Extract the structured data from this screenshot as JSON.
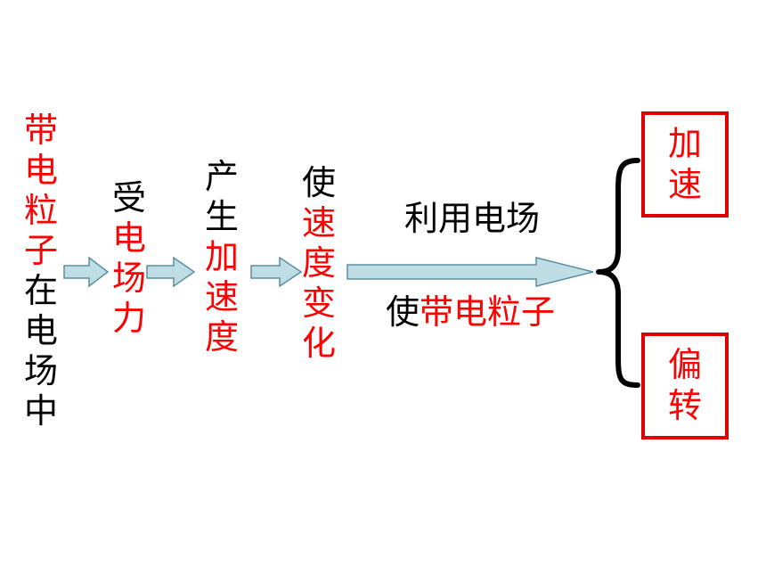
{
  "step1": {
    "red": [
      "带",
      "电",
      "粒",
      "子"
    ],
    "black": [
      "在",
      "电",
      "场",
      "中"
    ]
  },
  "step2": {
    "black": [
      "受"
    ],
    "red": [
      "电",
      "场",
      "力"
    ]
  },
  "step3": {
    "black": [
      "产",
      "生"
    ],
    "red": [
      "加",
      "速",
      "度"
    ]
  },
  "step4": {
    "black": [
      "使"
    ],
    "red": [
      "速",
      "度",
      "变",
      "化"
    ]
  },
  "long_arrow": {
    "top_label": "利用电场",
    "bottom_prefix": "使",
    "bottom_red": "带电粒子"
  },
  "outcomes": [
    {
      "chars": [
        "加",
        "速"
      ]
    },
    {
      "chars": [
        "偏",
        "转"
      ]
    }
  ],
  "colors": {
    "red": "#ff0000",
    "arrow_fill": "#bfdde4",
    "arrow_stroke": "#5b8fa0",
    "box_border": "#e00000"
  }
}
